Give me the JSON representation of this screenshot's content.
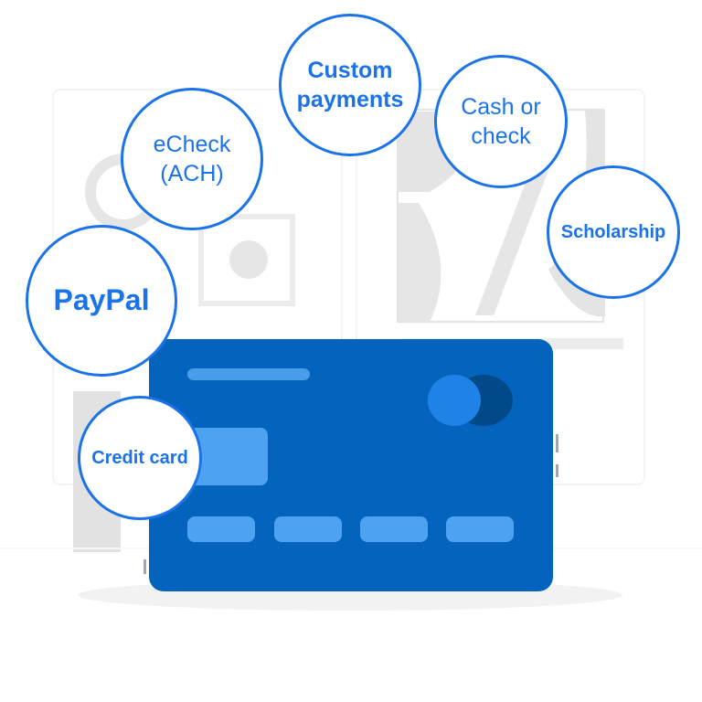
{
  "payment_methods": {
    "custom": "Custom\npayments",
    "cash_check": "Cash or\ncheck",
    "echeck": "eCheck\n(ACH)",
    "scholarship": "Scholarship",
    "paypal": "PayPal",
    "credit_card": "Credit card"
  },
  "colors": {
    "accent": "#1a73e8",
    "card": "#0464bd",
    "card_light": "#4ea3f0",
    "card_dark": "#02498a",
    "background_shapes": "#e6e6e6"
  }
}
